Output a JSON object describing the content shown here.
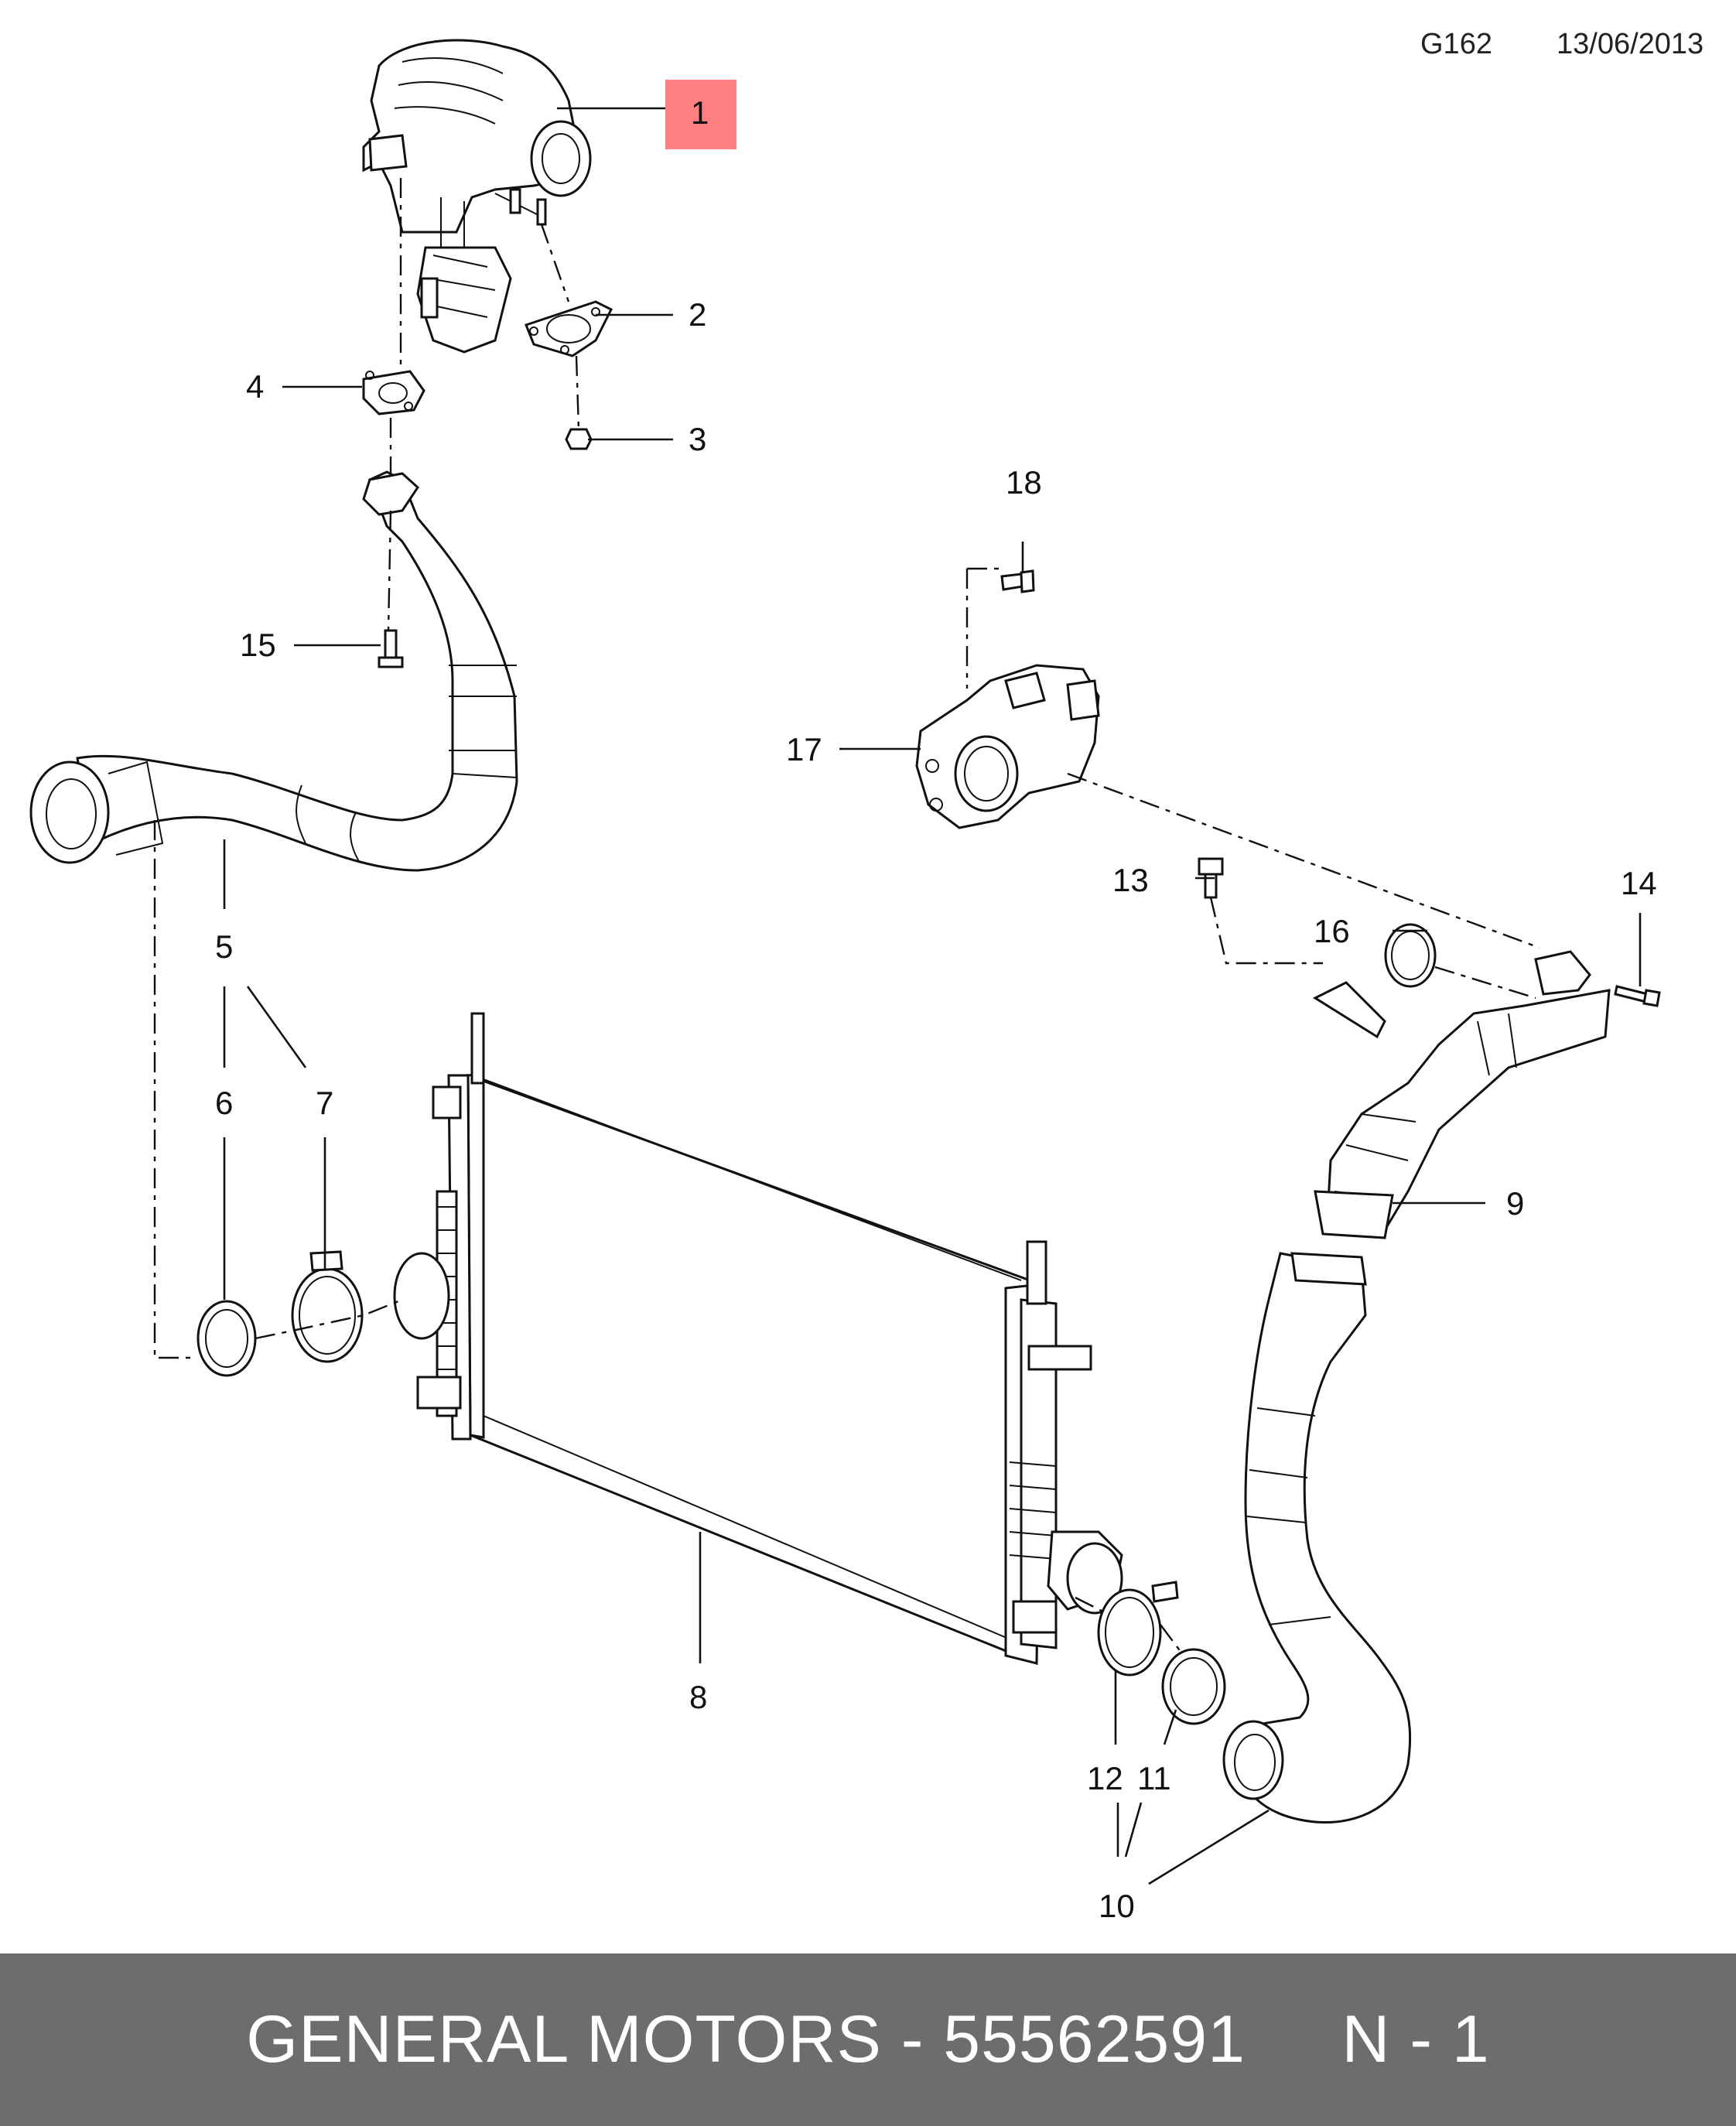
{
  "header": {
    "diagram_code": "G162",
    "date": "13/06/2013"
  },
  "callouts": {
    "c1": "1",
    "c2": "2",
    "c3": "3",
    "c4": "4",
    "c5": "5",
    "c6": "6",
    "c7": "7",
    "c8": "8",
    "c9": "9",
    "c10": "10",
    "c11": "11",
    "c12": "12",
    "c13": "13",
    "c14": "14",
    "c15": "15",
    "c16": "16",
    "c17": "17",
    "c18": "18"
  },
  "highlight_color": "#ff8080",
  "footer": {
    "brand": "GENERAL MOTORS",
    "separator": " - ",
    "part_number": "55562591",
    "gap": "     ",
    "qty": "N - 1"
  }
}
